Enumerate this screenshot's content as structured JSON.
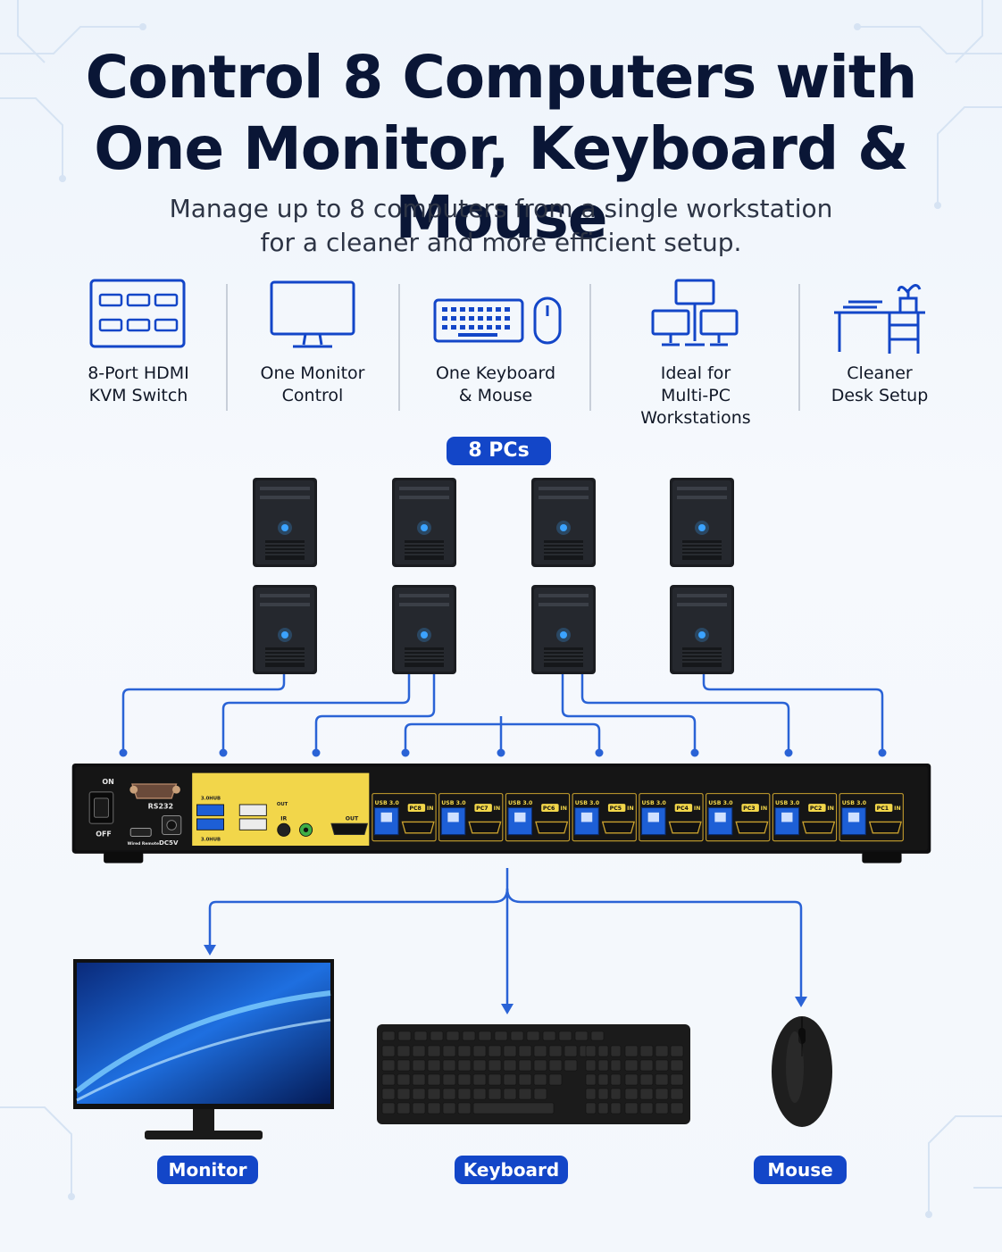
{
  "headline": {
    "line1": "Control 8 Computers with",
    "line2": "One Monitor, Keyboard & Mouse"
  },
  "subheadline": {
    "line1": "Manage up to 8 computers from a single workstation",
    "line2": "for a cleaner and more efficient setup."
  },
  "features": [
    {
      "icon": "kvm-switch-icon",
      "line1": "8-Port HDMI",
      "line2": "KVM Switch"
    },
    {
      "icon": "monitor-icon",
      "line1": "One Monitor",
      "line2": "Control"
    },
    {
      "icon": "keyboard-mouse-icon",
      "line1": "One Keyboard",
      "line2": "& Mouse"
    },
    {
      "icon": "network-computers-icon",
      "line1": "Ideal for",
      "line2": "Multi-PC Workstations"
    },
    {
      "icon": "desk-icon",
      "line1": "Cleaner",
      "line2": "Desk Setup"
    }
  ],
  "pcs_label": "8 PCs",
  "kvm_panel": {
    "on": "ON",
    "off": "OFF",
    "rs232": "RS232",
    "wired_remote": "Wired Remote",
    "dc": "DC5V",
    "hub_top": "3.0HUB",
    "hub_bottom": "3.0HUB",
    "out_small": "OUT",
    "ir": "IR",
    "hdmi_out": "OUT",
    "usb_label": "USB 3.0",
    "port_suffix": "IN",
    "ports": [
      "PC8",
      "PC7",
      "PC6",
      "PC5",
      "PC4",
      "PC3",
      "PC2",
      "PC1"
    ]
  },
  "outputs": {
    "monitor": "Monitor",
    "keyboard": "Keyboard",
    "mouse": "Mouse"
  },
  "colors": {
    "accent": "#1346c8",
    "wire": "#2a63d6",
    "kvm_yellow": "#f2d64a",
    "kvm_body": "#141414",
    "title": "#0a1636"
  }
}
